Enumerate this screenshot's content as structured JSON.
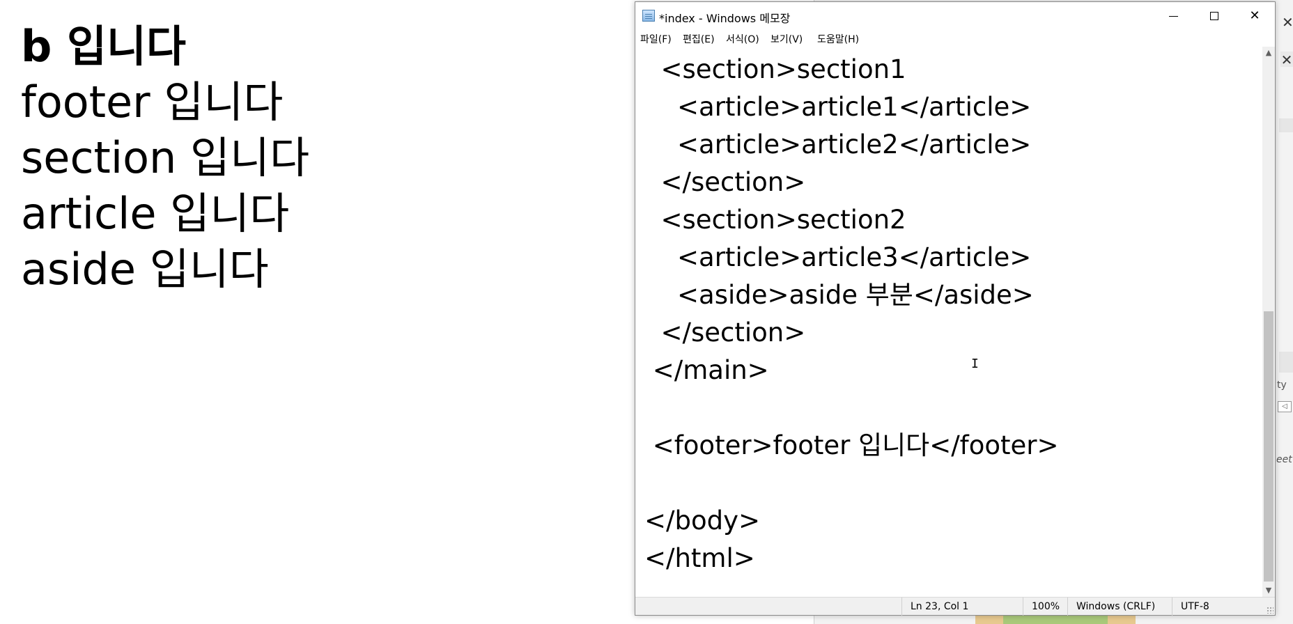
{
  "browser_page": {
    "lines": [
      {
        "text": "b 입니다",
        "bold": true
      },
      {
        "text": "footer 입니다",
        "bold": false
      },
      {
        "text": "section 입니다",
        "bold": false
      },
      {
        "text": "article 입니다",
        "bold": false
      },
      {
        "text": "aside 입니다",
        "bold": false
      }
    ]
  },
  "notepad": {
    "title": "*index - Windows 메모장",
    "menu": [
      "파일(F)",
      "편집(E)",
      "서식(O)",
      "보기(V)",
      "도움말(H)"
    ],
    "code_lines": [
      "  <section>section1",
      "    <article>article1</article>",
      "    <article>article2</article>",
      "  </section>",
      "  <section>section2",
      "    <article>article3</article>",
      "    <aside>aside 부분</aside>",
      "  </section>",
      " </main>",
      "",
      " <footer>footer 입니다</footer>",
      "",
      "</body>",
      "</html>"
    ],
    "status": {
      "position": "Ln 23, Col 1",
      "zoom": "100%",
      "line_ending": "Windows (CRLF)",
      "encoding": "UTF-8"
    }
  },
  "background_window": {
    "text_ty": "ty",
    "text_eet": "eet"
  },
  "icons": {
    "close_glyph": "✕",
    "scroll_up": "▲",
    "scroll_down": "▼",
    "ibeam": "I",
    "mini": "◁"
  }
}
